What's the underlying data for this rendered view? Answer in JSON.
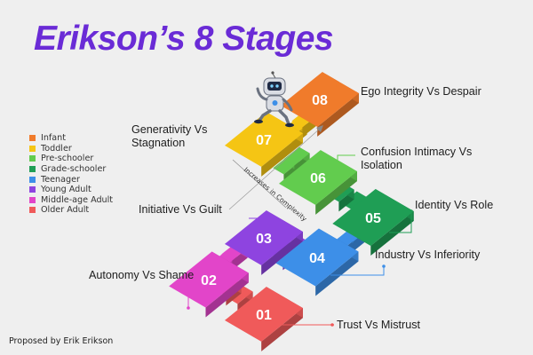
{
  "title": "Erikson’s 8 Stages",
  "legend": [
    {
      "label": "Infant",
      "color": "#f07b2b"
    },
    {
      "label": "Toddler",
      "color": "#f5c514"
    },
    {
      "label": "Pre-schooler",
      "color": "#62cc4e"
    },
    {
      "label": "Grade-schooler",
      "color": "#1f9e55"
    },
    {
      "label": "Teenager",
      "color": "#3d8fe8"
    },
    {
      "label": "Young Adult",
      "color": "#8e44e0"
    },
    {
      "label": "Middle-age Adult",
      "color": "#e245c9"
    },
    {
      "label": "Older Adult",
      "color": "#f05a5a"
    }
  ],
  "stages": [
    {
      "number": "01",
      "label": "Trust Vs Mistrust",
      "color": "#f05a5a"
    },
    {
      "number": "02",
      "label": "Autonomy Vs Shame",
      "color": "#e245c9"
    },
    {
      "number": "03",
      "label": "Initiative Vs Guilt",
      "color": "#8e44e0"
    },
    {
      "number": "04",
      "label": "Industry Vs Inferiority",
      "color": "#3d8fe8"
    },
    {
      "number": "05",
      "label": "Identity Vs Role",
      "color": "#1f9e55"
    },
    {
      "number": "06",
      "label": "Confusion Intimacy Vs Isolation",
      "color": "#62cc4e"
    },
    {
      "number": "07",
      "label": "Generativity Vs Stagnation",
      "color": "#f5c514"
    },
    {
      "number": "08",
      "label": "Ego Integrity Vs Despair",
      "color": "#f07b2b"
    }
  ],
  "arrow_label": "Increases in Complexity",
  "footer": "Proposed by Erik Erikson"
}
